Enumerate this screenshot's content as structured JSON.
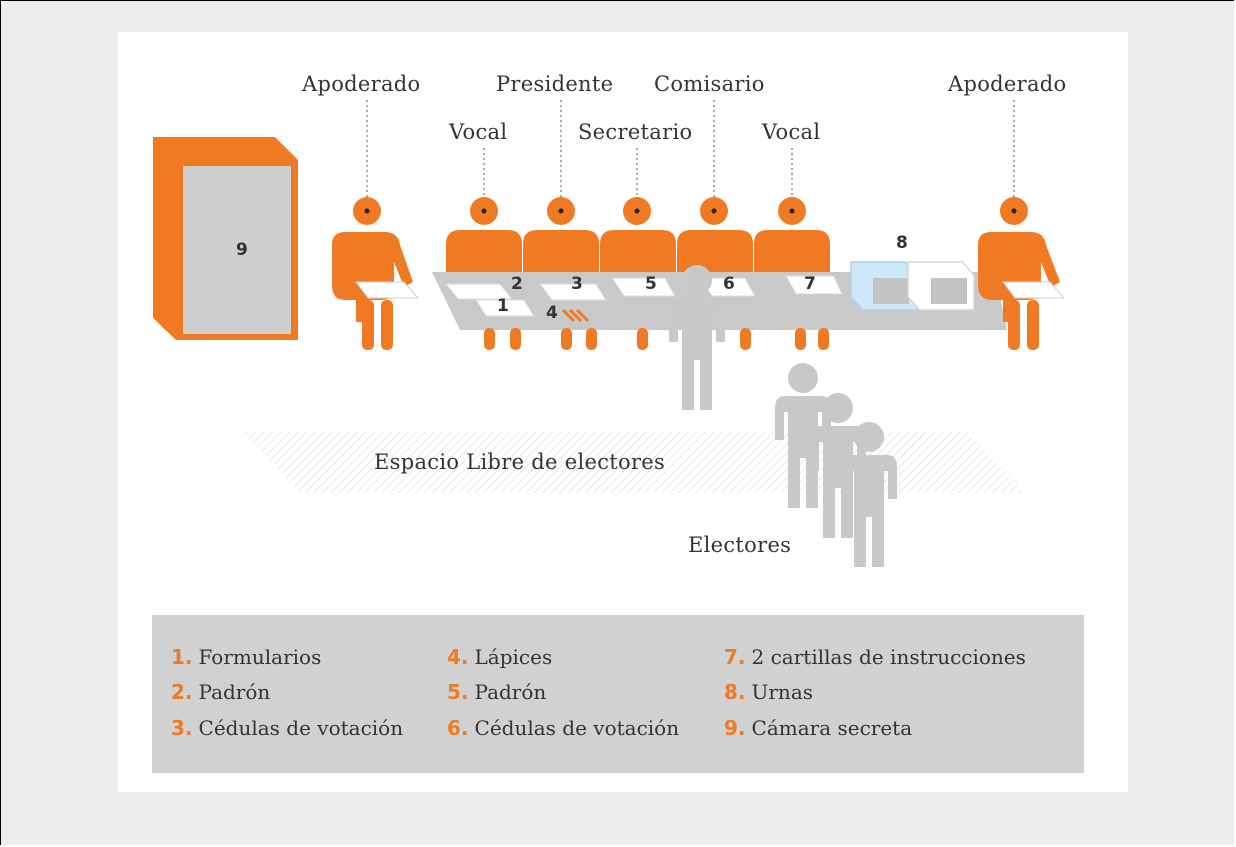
{
  "roles": {
    "apoderado_left": "Apoderado",
    "vocal_left": "Vocal",
    "presidente": "Presidente",
    "secretario": "Secretario",
    "comisario": "Comisario",
    "vocal_right": "Vocal",
    "apoderado_right": "Apoderado"
  },
  "markers": {
    "n1": "1",
    "n2": "2",
    "n3": "3",
    "n4": "4",
    "n5": "5",
    "n6": "6",
    "n7": "7",
    "n8": "8",
    "n9": "9"
  },
  "zone_label": "Espacio Libre de electores",
  "electores_label": "Electores",
  "legend": [
    {
      "num": "1.",
      "text": "Formularios"
    },
    {
      "num": "2.",
      "text": "Padrón"
    },
    {
      "num": "3.",
      "text": "Cédulas de votación"
    },
    {
      "num": "4.",
      "text": "Lápices"
    },
    {
      "num": "5.",
      "text": "Padrón"
    },
    {
      "num": "6.",
      "text": "Cédulas de votación"
    },
    {
      "num": "7.",
      "text": "2 cartillas de instrucciones"
    },
    {
      "num": "8.",
      "text": "Urnas"
    },
    {
      "num": "9.",
      "text": "Cámara secreta"
    }
  ],
  "colors": {
    "orange": "#f07a24",
    "grey_figure": "#c8c8c8",
    "table": "#c9c9c9",
    "urn_blue": "#cfe8f7"
  }
}
